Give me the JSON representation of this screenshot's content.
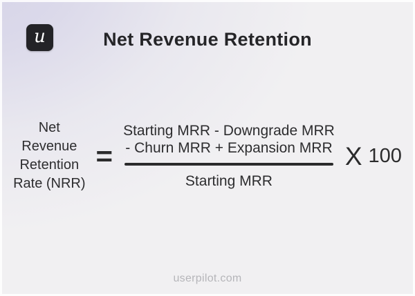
{
  "header": {
    "logo_letter": "u",
    "title": "Net Revenue Retention"
  },
  "formula": {
    "label_lines": [
      "Net",
      "Revenue",
      "Retention",
      "Rate (NRR)"
    ],
    "equals_sign": "=",
    "numerator_lines": [
      "Starting MRR - Downgrade MRR",
      "- Churn MRR + Expansion MRR"
    ],
    "denominator": "Starting MRR",
    "multiply_symbol": "X",
    "multiplier_value": "100"
  },
  "footer": {
    "site": "userpilot.com"
  },
  "colors": {
    "background_base": "#f1f0f2",
    "background_tint": "#d5d3e7",
    "text": "#2d2d2f",
    "fraction_line": "#2b2b2c",
    "logo_background": "#232327",
    "logo_letter": "#ffffff",
    "footer_text": "#b5b5b9"
  }
}
